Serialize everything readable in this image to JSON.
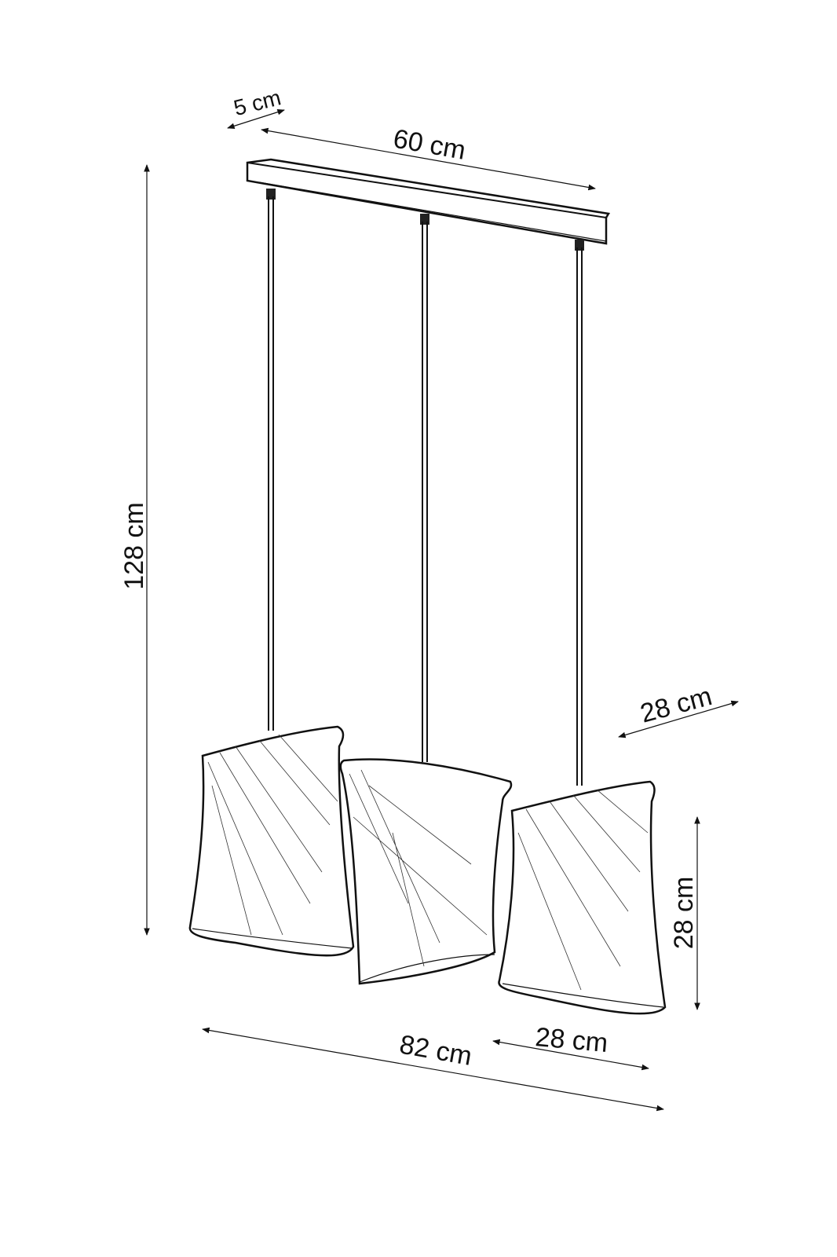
{
  "diagram": {
    "dimensions": {
      "canopy_depth": "5 cm",
      "canopy_length": "60 cm",
      "total_height": "128 cm",
      "shade_depth": "28 cm",
      "shade_height": "28 cm",
      "shade_width": "28 cm",
      "total_width": "82 cm"
    },
    "colors": {
      "line": "#111111",
      "background": "#ffffff"
    }
  }
}
